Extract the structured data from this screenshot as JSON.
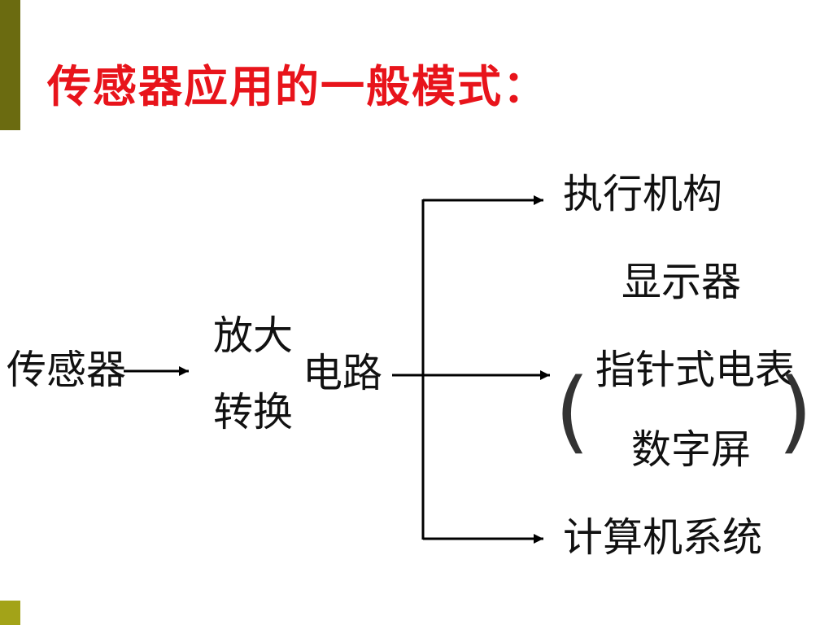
{
  "title": "传感器应用的一般模式：",
  "nodes": {
    "sensor": "传感器",
    "amplify_top": "放大",
    "amplify_bottom": "转换",
    "circuit": "电路",
    "actuator": "执行机构",
    "display": "显示器",
    "display_meter": "指针式电表",
    "display_digital": "数字屏",
    "paren_open": "(",
    "paren_close": ")",
    "computer": "计算机系统"
  },
  "colors": {
    "title": "#e8141b",
    "accent_dark": "#6b6b10",
    "accent_light": "#a3a318",
    "line": "#000000"
  }
}
